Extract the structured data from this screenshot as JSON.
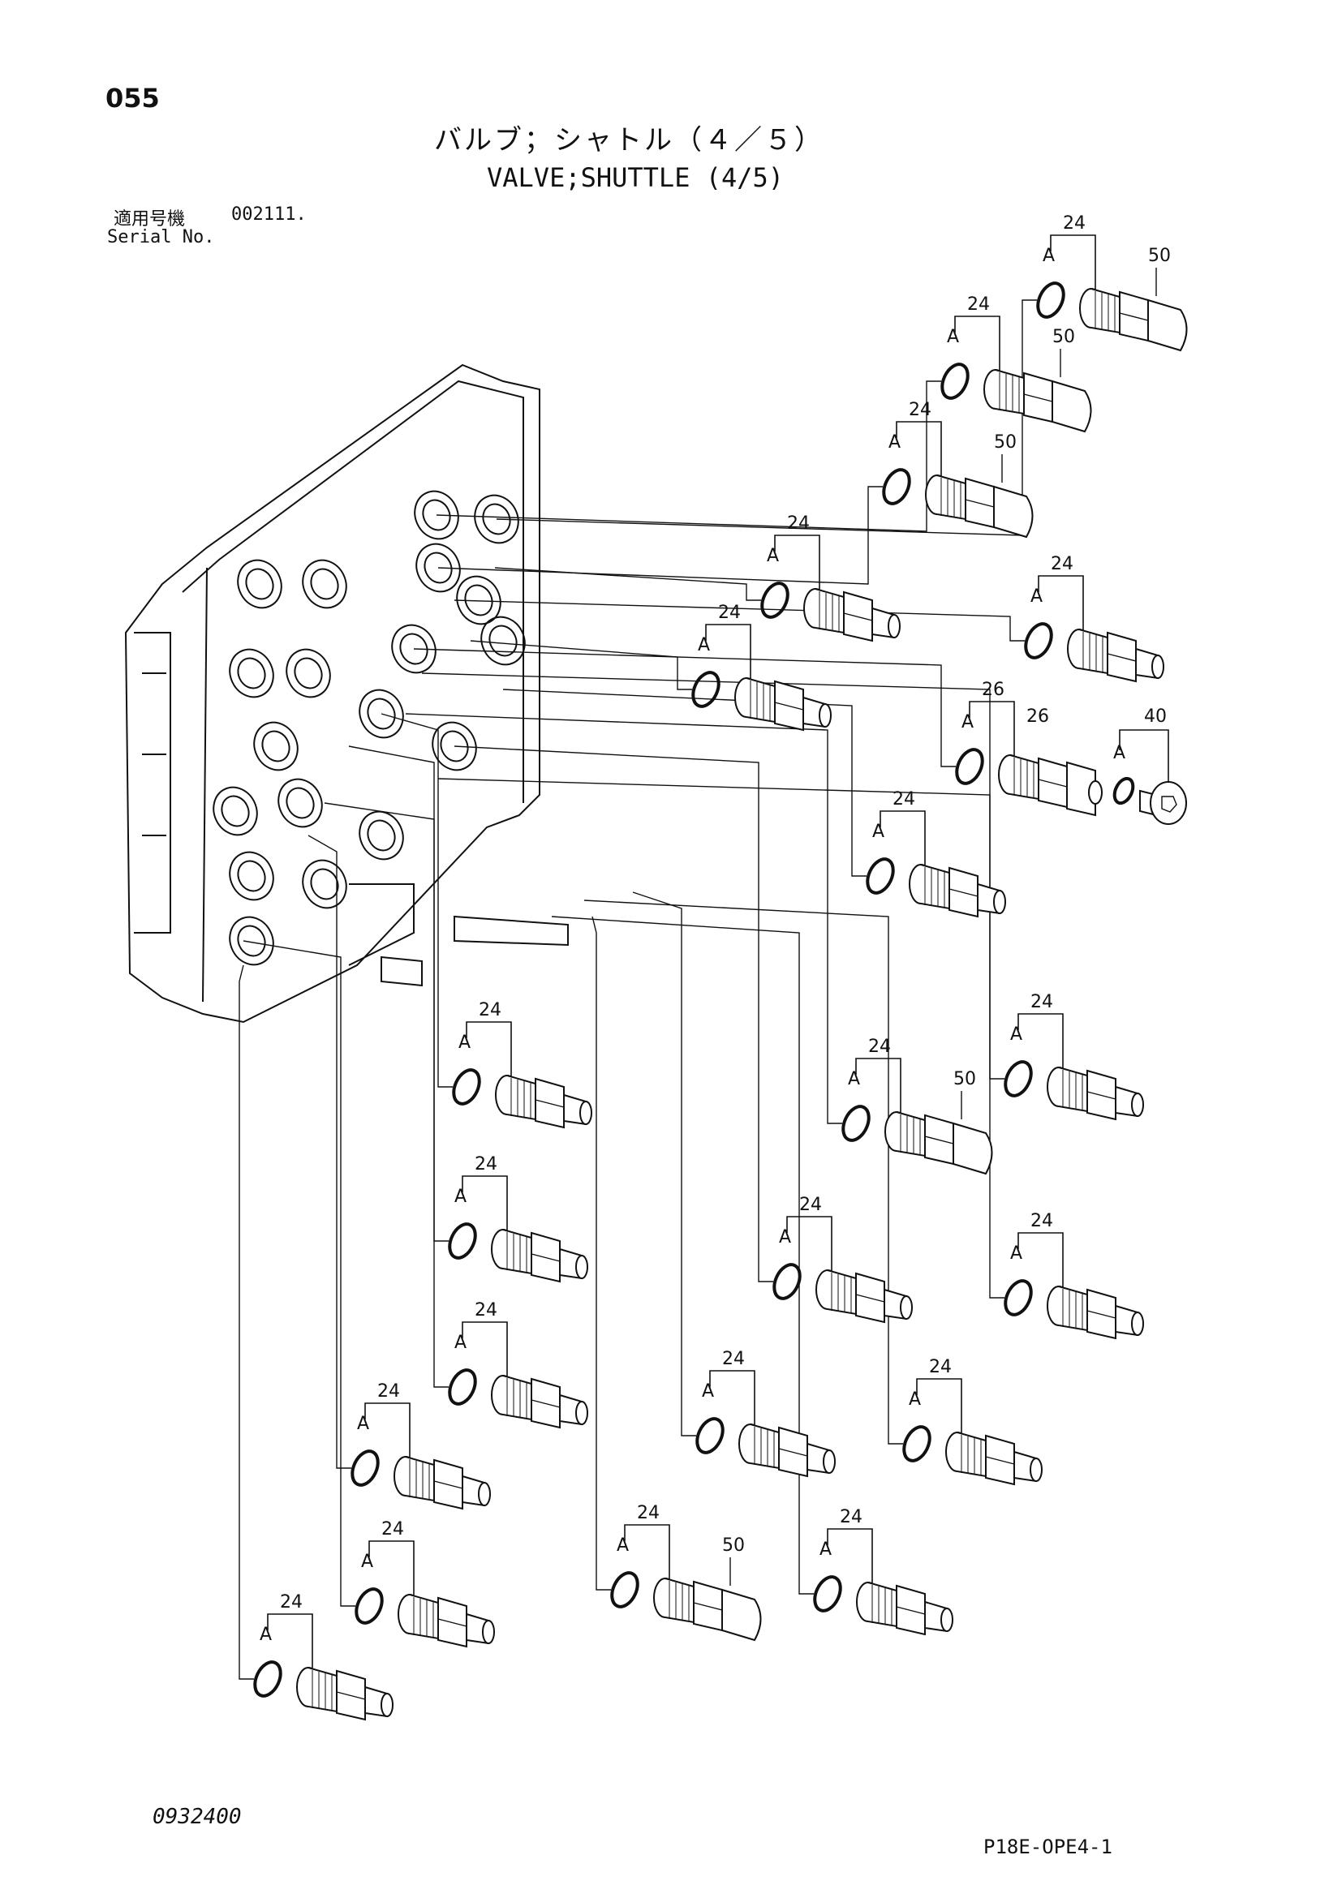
{
  "header": {
    "page_number": "055",
    "title_jp": "バルブ；シャトル（４／５）",
    "title_en": "VALVE;SHUTTLE (4/5)",
    "serial_label_jp": "適用号機",
    "serial_value": "002111.",
    "serial_label_en": "Serial No."
  },
  "footer": {
    "doc_number": "0932400",
    "figure_code": "P18E-OPE4-1"
  },
  "callouts": {
    "part_24": "24",
    "part_26": "26",
    "part_40": "40",
    "part_50": "50",
    "oring_a": "A"
  },
  "fittings": [
    {
      "id": "f1",
      "part": "24",
      "plug": "50"
    },
    {
      "id": "f2",
      "part": "24",
      "plug": "50"
    },
    {
      "id": "f3",
      "part": "24",
      "plug": "50"
    },
    {
      "id": "f4",
      "part": "24",
      "plug": ""
    },
    {
      "id": "f5",
      "part": "24",
      "plug": ""
    },
    {
      "id": "f6",
      "part": "24",
      "plug": ""
    },
    {
      "id": "f7",
      "part": "26",
      "plug": "40"
    },
    {
      "id": "f8",
      "part": "24",
      "plug": ""
    },
    {
      "id": "f9",
      "part": "24",
      "plug": ""
    },
    {
      "id": "f10",
      "part": "24",
      "plug": "50"
    },
    {
      "id": "f11",
      "part": "24",
      "plug": ""
    },
    {
      "id": "f12",
      "part": "24",
      "plug": ""
    },
    {
      "id": "f13",
      "part": "24",
      "plug": ""
    },
    {
      "id": "f14",
      "part": "24",
      "plug": ""
    },
    {
      "id": "f15",
      "part": "24",
      "plug": ""
    },
    {
      "id": "f16",
      "part": "24",
      "plug": ""
    },
    {
      "id": "f17",
      "part": "24",
      "plug": ""
    },
    {
      "id": "f18",
      "part": "24",
      "plug": ""
    },
    {
      "id": "f19",
      "part": "24",
      "plug": ""
    },
    {
      "id": "f20",
      "part": "24",
      "plug": "50"
    },
    {
      "id": "f21",
      "part": "24",
      "plug": ""
    },
    {
      "id": "f22",
      "part": "24",
      "plug": ""
    }
  ]
}
